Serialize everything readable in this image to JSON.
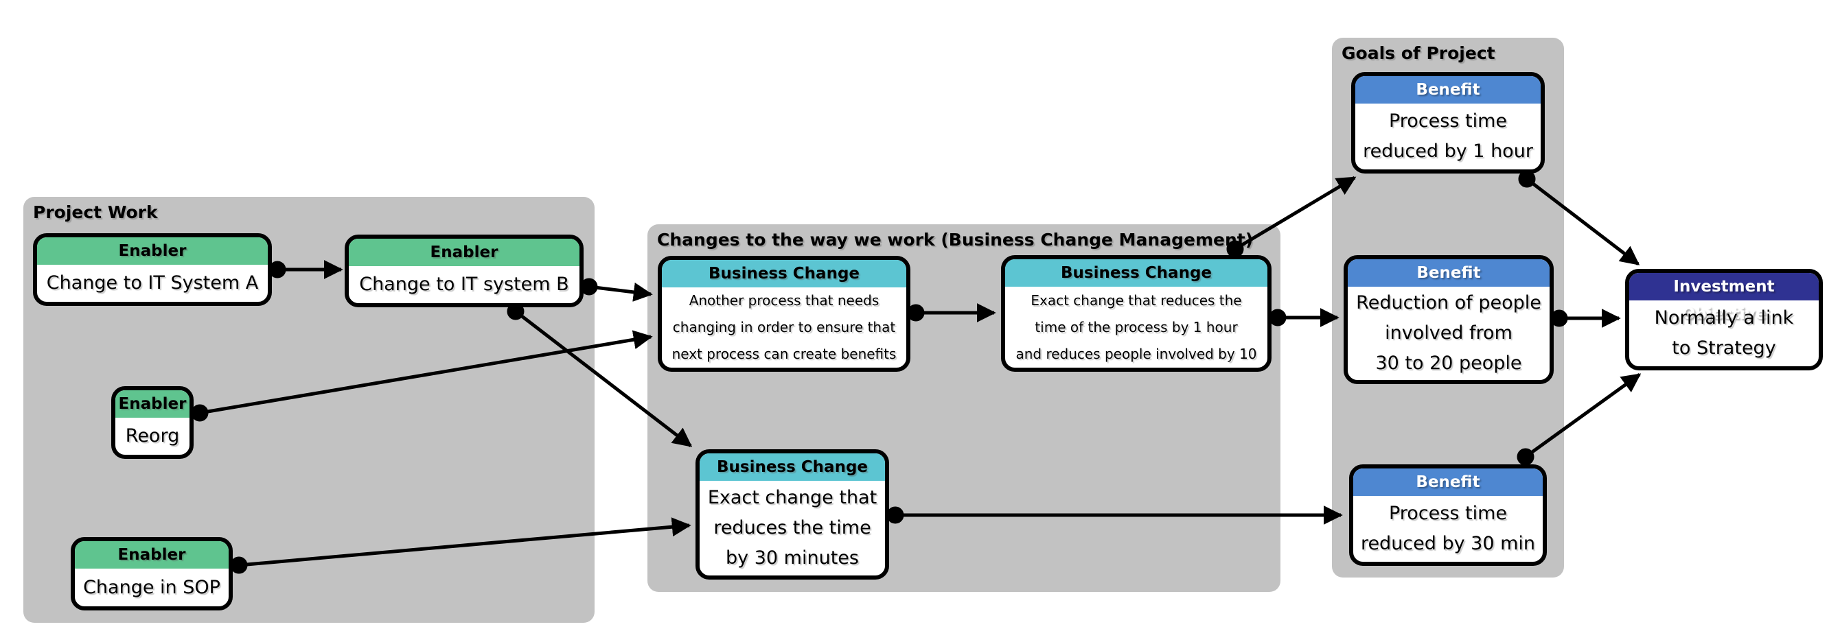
{
  "groups": {
    "project_work": {
      "label": "Project Work"
    },
    "changes": {
      "label": "Changes to the way we work (Business Change Management)"
    },
    "goals": {
      "label": "Goals of Project"
    }
  },
  "nodes": {
    "enabler_a": {
      "header": "Enabler",
      "body": "Change to IT System A"
    },
    "enabler_b": {
      "header": "Enabler",
      "body": "Change to IT system B"
    },
    "enabler_reorg": {
      "header": "Enabler",
      "body": "Reorg"
    },
    "enabler_sop": {
      "header": "Enabler",
      "body": "Change in SOP"
    },
    "bc_another": {
      "header": "Business Change",
      "body": "Another process that needs\nchanging in order to ensure that\nnext process can create benefits"
    },
    "bc_1hour": {
      "header": "Business Change",
      "body": "Exact change that reduces the\ntime of the process by 1 hour\nand reduces people involved by 10"
    },
    "bc_30min": {
      "header": "Business Change",
      "body": "Exact change that\nreduces the time\nby 30 minutes"
    },
    "benefit_1hour": {
      "header": "Benefit",
      "body": "Process time\nreduced by 1 hour"
    },
    "benefit_people": {
      "header": "Benefit",
      "body": "Reduction of people\ninvolved from\n30 to 20 people"
    },
    "benefit_30min": {
      "header": "Benefit",
      "body": "Process time\nreduced by 30 min"
    },
    "investment": {
      "header": "Investment Objective",
      "body": "Normally a link\nto Strategy"
    }
  },
  "connections": [
    {
      "from": "enabler-change-it-system-a",
      "to": "enabler-change-it-system-b"
    },
    {
      "from": "enabler-change-it-system-b",
      "to": "business-change-another-process"
    },
    {
      "from": "enabler-reorg",
      "to": "business-change-another-process"
    },
    {
      "from": "enabler-change-it-system-b",
      "to": "business-change-reduce-30-minutes"
    },
    {
      "from": "enabler-change-in-sop",
      "to": "business-change-reduce-30-minutes"
    },
    {
      "from": "business-change-another-process",
      "to": "business-change-reduce-1-hour-people-10"
    },
    {
      "from": "business-change-reduce-1-hour-people-10",
      "to": "benefit-process-time-1-hour"
    },
    {
      "from": "business-change-reduce-1-hour-people-10",
      "to": "benefit-people-30-to-20"
    },
    {
      "from": "business-change-reduce-30-minutes",
      "to": "benefit-process-time-30-min"
    },
    {
      "from": "benefit-process-time-1-hour",
      "to": "investment-objective"
    },
    {
      "from": "benefit-people-30-to-20",
      "to": "investment-objective"
    },
    {
      "from": "benefit-process-time-30-min",
      "to": "investment-objective"
    }
  ],
  "colors": {
    "enabler_header": "#5fc48f",
    "business_change_header": "#5cc5d2",
    "benefit_header": "#4e87d1",
    "investment_header": "#2f3292",
    "group_background": "#c2c2c2",
    "node_background": "#ffffff",
    "border_and_arrows": "#000000",
    "page_background": "#ffffff"
  }
}
